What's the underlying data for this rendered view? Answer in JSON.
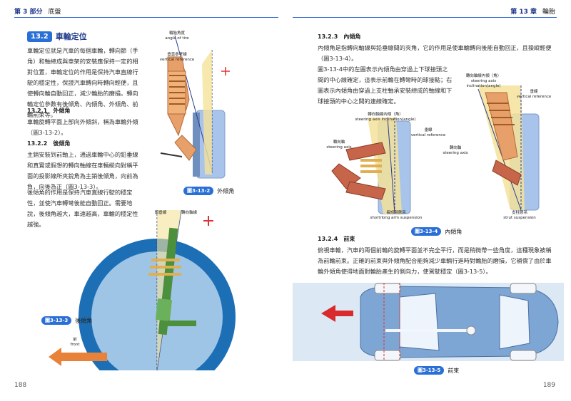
{
  "left_header": {
    "part": "第 3 部分",
    "part_title": "底盤"
  },
  "right_header": {
    "chapter": "第 13 章",
    "chapter_title": "輪胎"
  },
  "section": {
    "number": "13.2",
    "title": "車輪定位"
  },
  "intro_text": "車輪定位就是汽車的每個車輪，轉向節（手角）和軸總成與車架的安裝應保持一定的相對位置，車輪定位的作用是保持汽車直線行駛的穩定性，保證汽車轉向時轉向輕便，且使轉向輪自動回正，減少輪胎的磨損。轉向輪定位參數有後傾角、內傾角、外傾角、前輪前束等。",
  "s1321": {
    "heading": "13.2.1　外傾角",
    "text": "車輪旋轉平面上部向外傾斜，稱為車輪外傾（圖3-13-2）。"
  },
  "s1322": {
    "heading": "13.2.2　後傾角",
    "text1": "主銷安裝到前軸上，通過車輪中心的鉛垂線和真實或假想的轉向軸線在車輛縱向對稱平面的投影線所夾銳角為主銷後傾角，向前為負，向後為正（圖3-13-3）。",
    "text2": "後傾角的作用是保持汽車直線行駛的穩定性，並使汽車轉彎後能自動回正。需要地說，後傾角越大，車速越高，車輪的穩定性越強。"
  },
  "fig2": {
    "tag": "圖3-13-2",
    "title": "外傾角",
    "label_angle": "輪胎角度\nangle of tire",
    "label_vert": "垂直參考線\nvertical reference"
  },
  "fig3": {
    "tag": "圖3-13-3",
    "title": "後傾角",
    "label_vert": "鉛垂線",
    "label_axis": "轉向軸線",
    "label_front": "前\nfront"
  },
  "s1323": {
    "heading": "13.2.3　內傾角",
    "text": "內傾角是指轉向軸線與鉛垂線間的夾角，它的作用是使車輪轉向後能自動回正，且操縱輕便（圖3-13-4）。",
    "text2": "圖3-13-4中的左圖表示內傾角由穿過上下球接頭之間的中心線確定，這表示前輪在轉彎時的球接點；右圖表示內傾角由穿過上支柱軸承安裝總成的軸線和下球接頭的中心之間的連線確定。"
  },
  "fig4": {
    "tag": "圖3-13-4",
    "title": "內傾角",
    "label_incl_l": "轉向軸線內傾（角）\nsteering axis inclination(angle)",
    "label_vert_l": "垂線\nvertical reference",
    "label_axis_l": "轉向軸\nsteering axis",
    "label_susp_l": "長短臂懸吊\nshort/long arm suspension",
    "label_incl_r": "轉向軸線內傾（角）\nsteering axis inclination(angle)",
    "label_vert_r": "垂線\nvertical reference",
    "label_axis_r": "轉向軸\nsteering axis",
    "label_susp_r": "支柱懸吊\nstrut suspension"
  },
  "s1324": {
    "heading": "13.2.4　前束",
    "text": "俯視車輪，汽車的兩個前輪的旋轉平面並不完全平行，而是稍微帶一些角度，這種現象被稱為前輪前束。正確的前束與外傾角配合能夠減少車輛行進時對輪胎的磨損，它補償了由於車輪外傾角使得地面對輪胎產生的側向力，使駕駛穩定（圖3-13-5）。"
  },
  "fig5": {
    "tag": "圖3-13-5",
    "title": "前束"
  },
  "page_numbers": {
    "left": "188",
    "right": "189"
  }
}
